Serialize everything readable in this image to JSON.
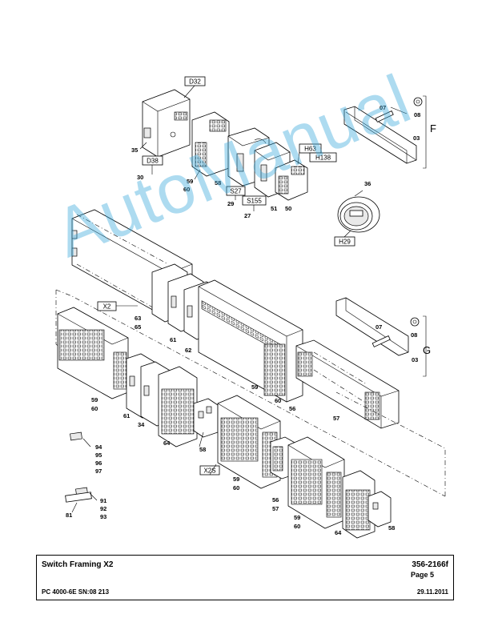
{
  "watermark": "AutoManual",
  "title_block": {
    "title": "Switch Framing X2",
    "doc_no": "356-2166f",
    "page": "Page 5",
    "serial": "PC 4000-6E SN:08 213",
    "date": "29.11.2011"
  },
  "boxed_labels": [
    "D32",
    "D38",
    "S27",
    "S155",
    "H63",
    "H138",
    "H29",
    "X2",
    "X2S"
  ],
  "group_labels": [
    "F",
    "G"
  ],
  "callouts": [
    "35",
    "30",
    "59",
    "60",
    "58",
    "29",
    "27",
    "51",
    "50",
    "07",
    "08",
    "03",
    "36",
    "63",
    "65",
    "61",
    "62",
    "59",
    "60",
    "56",
    "57",
    "07",
    "08",
    "03",
    "59",
    "60",
    "61",
    "34",
    "64",
    "58",
    "94",
    "95",
    "96",
    "97",
    "91",
    "92",
    "93",
    "81",
    "59",
    "60",
    "56",
    "57",
    "59",
    "60",
    "64",
    "58"
  ]
}
